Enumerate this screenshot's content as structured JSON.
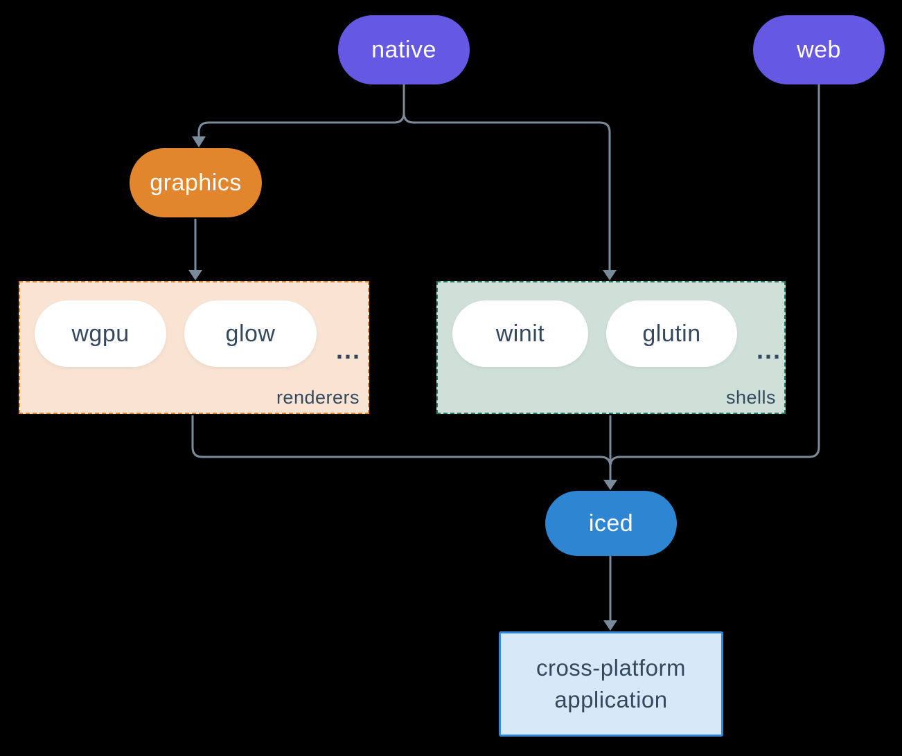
{
  "canvas": {
    "background_color": "#000000",
    "edge_color": "#7c8b9a"
  },
  "nodes": {
    "native": {
      "label": "native",
      "fill": "#6559e3",
      "text_color": "#ffffff"
    },
    "web": {
      "label": "web",
      "fill": "#6559e3",
      "text_color": "#ffffff"
    },
    "graphics": {
      "label": "graphics",
      "fill": "#e2862e",
      "text_color": "#ffffff"
    },
    "iced": {
      "label": "iced",
      "fill": "#2e86d3",
      "text_color": "#ffffff"
    },
    "application": {
      "line1": "cross-platform",
      "line2": "application",
      "fill": "#d7e8f9",
      "border_color": "#3187e0",
      "text_color": "#35495e"
    }
  },
  "groups": {
    "renderers": {
      "label": "renderers",
      "fill": "#f9e3d3",
      "border_color": "#e2862e",
      "items": [
        "wgpu",
        "glow"
      ],
      "ellipsis": "...",
      "text_color": "#35495e"
    },
    "shells": {
      "label": "shells",
      "fill": "#cfe0d9",
      "border_color": "#2b7d6f",
      "items": [
        "winit",
        "glutin"
      ],
      "ellipsis": "...",
      "text_color": "#35495e"
    }
  },
  "edges": [
    {
      "from": "native",
      "to": "graphics"
    },
    {
      "from": "native",
      "to": "shells"
    },
    {
      "from": "graphics",
      "to": "renderers"
    },
    {
      "from": "renderers",
      "to": "iced"
    },
    {
      "from": "shells",
      "to": "iced"
    },
    {
      "from": "web",
      "to": "iced"
    },
    {
      "from": "iced",
      "to": "application"
    }
  ]
}
